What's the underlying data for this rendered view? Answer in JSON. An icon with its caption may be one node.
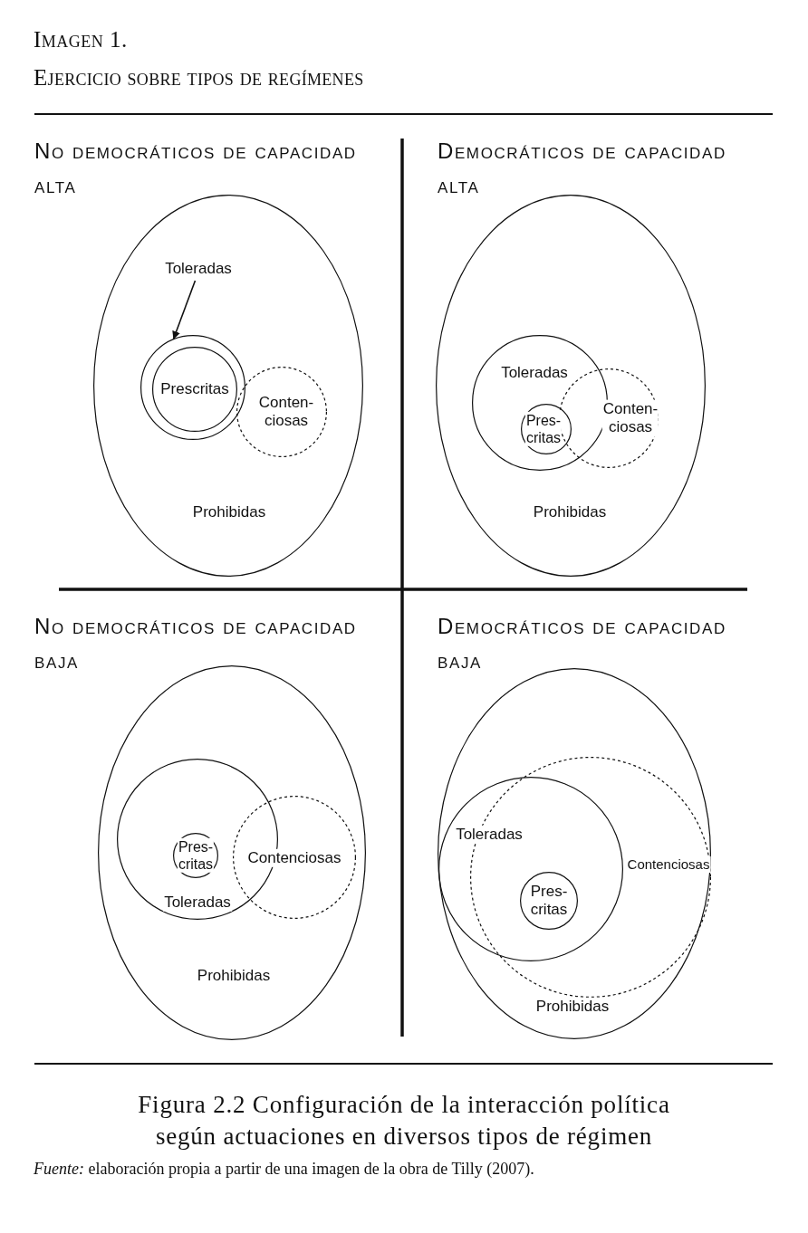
{
  "diagram": {
    "title": "Imagen 1.",
    "caption": "Figura 2.2 Configuración de la interacción política según actuaciones en diversos tipos de régimen",
    "nodes": [
      {
        "text": [
          "Prohibidas"
        ]
      },
      {
        "text": [
          "Toleradas"
        ],
        "in": 0
      },
      {
        "text": [],
        "shape": "circle",
        "in": 0
      },
      {
        "text": [
          "Prescritas"
        ],
        "in": 2
      },
      {
        "text": [
          "Conten-ciosas"
        ],
        "in": 0
      },
      {
        "text": [
          "Prohibidas"
        ]
      },
      {
        "text": [
          "Toleradas"
        ],
        "in": 5
      },
      {
        "text": [
          "Pres-critas"
        ],
        "in": 6
      },
      {
        "text": [
          "Conten-ciosas"
        ],
        "in": 5
      },
      {
        "text": [
          "Prohibidas"
        ]
      },
      {
        "text": [
          "Toleradas"
        ],
        "in": 9
      },
      {
        "text": [
          "Pres-critas"
        ],
        "in": 10
      },
      {
        "text": [
          "Contenciosas"
        ],
        "in": 9
      },
      {
        "text": [
          "Prohibidas"
        ]
      },
      {
        "text": [
          "Toleradas"
        ],
        "in": 13
      },
      {
        "text": [
          "Pres-critas"
        ],
        "in": 14
      },
      {
        "text": [
          "Contenciosas"
        ],
        "in": 13
      }
    ],
    "edges": [
      {
        "from": 1,
        "to": 2,
        "arrow": "to"
      }
    ],
    "labels": [
      "Ejercicio sobre tipos de regímenes",
      "No democráticos de capacidad alta",
      "Democráticos de capacidad alta",
      "No democráticos de capacidad baja",
      "Democráticos de capacidad baja",
      "*Fuente:* elaboración propia a partir de una imagen de la obra de Tilly (2007)."
    ]
  }
}
